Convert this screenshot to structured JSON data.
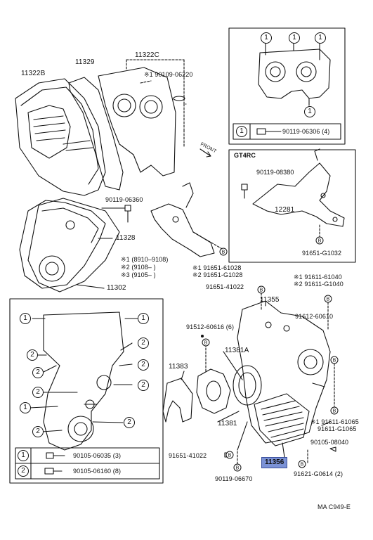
{
  "figure_code": "MA C949-E",
  "labels": {
    "p11322C": "11322C",
    "p11329": "11329",
    "p11322B": "11322B",
    "p90109": "※1 90109-06220",
    "p90119_06360": "90119-06360",
    "p11328": "11328",
    "p11302": "11302",
    "front": "FRONT",
    "serial1": "※1 (8910–9108)",
    "serial2": "※2 (9108–        )",
    "serial3": "※3 (9105–        )",
    "p91651_61028_a": "※1 91651-61028",
    "p91651_61028_b": "※2 91651-G1028",
    "p91651_41022_top": "91651-41022",
    "p11355": "11355",
    "p91611_61040_a": "※1 91611-61040",
    "p91611_61040_b": "※2 91611-G1040",
    "p91612": "91612-60610",
    "p91512": "91512-60616 (6)",
    "p11381A": "11381A",
    "p11383": "11383",
    "p11381": "11381",
    "p91611_61065_a": "※1 91611-61065",
    "p91611_61065_b": "91611-G1065",
    "p90105_08040": "90105-08040",
    "p91651_41022_bot": "91651-41022",
    "p11356": "11356",
    "p90119_06670": "90119-06670",
    "p91621": "91621-G0614 (2)"
  },
  "gt4rc_box": {
    "title": "GT4RC",
    "p90119_08380": "90119-08380",
    "p12281": "12281",
    "p91651_G1032": "91651-G1032"
  },
  "top_right_box": {
    "callouts": [
      "1",
      "1",
      "1",
      "1"
    ],
    "legend_key": "1",
    "legend_part": "90119-06306 (4)"
  },
  "bottom_left_box": {
    "callouts_1": [
      "1",
      "1",
      "1"
    ],
    "callouts_2": [
      "2",
      "2",
      "2",
      "2",
      "2",
      "2",
      "2",
      "2"
    ],
    "legend": [
      {
        "key": "1",
        "part": "90105-06035 (3)"
      },
      {
        "key": "2",
        "part": "90105-06160 (8)"
      }
    ]
  },
  "marker": "B",
  "highlight_color": "#7b92d6"
}
